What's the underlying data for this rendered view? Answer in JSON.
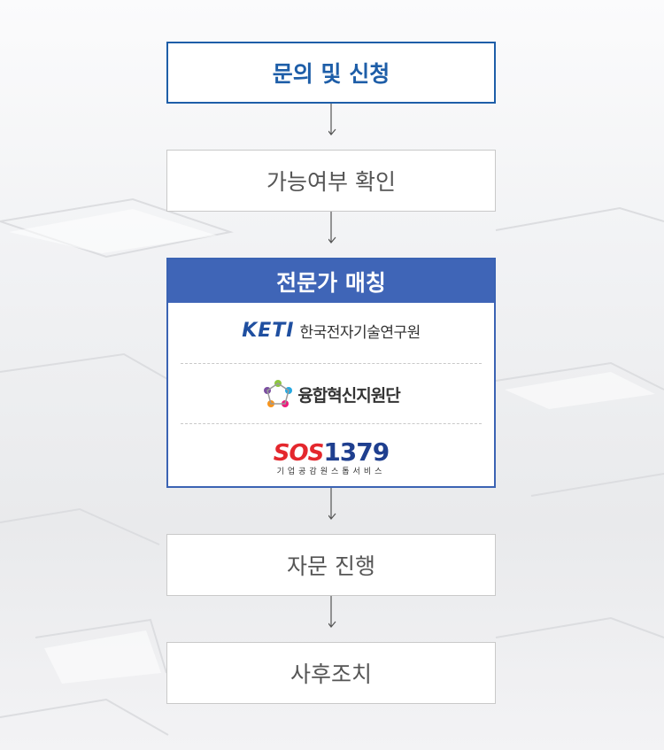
{
  "steps": {
    "step1": "문의 및 신청",
    "step2": "가능여부 확인",
    "step3": "전문가 매칭",
    "step4": "자문 진행",
    "step5": "사후조치"
  },
  "experts": [
    {
      "logo": "KETI",
      "name": "한국전자기술연구원"
    },
    {
      "logo": "",
      "name": "융합혁신지원단"
    },
    {
      "logo": "SOS",
      "number": "1379",
      "sub": "기업공감원스톱서비스"
    }
  ],
  "colors": {
    "primary_blue": "#1e5ea8",
    "header_blue": "#3f65b7",
    "sos_red": "#e4272d",
    "box_text": "#555555"
  },
  "icons": [
    "down-arrow-icon",
    "fusion-logo-icon"
  ]
}
